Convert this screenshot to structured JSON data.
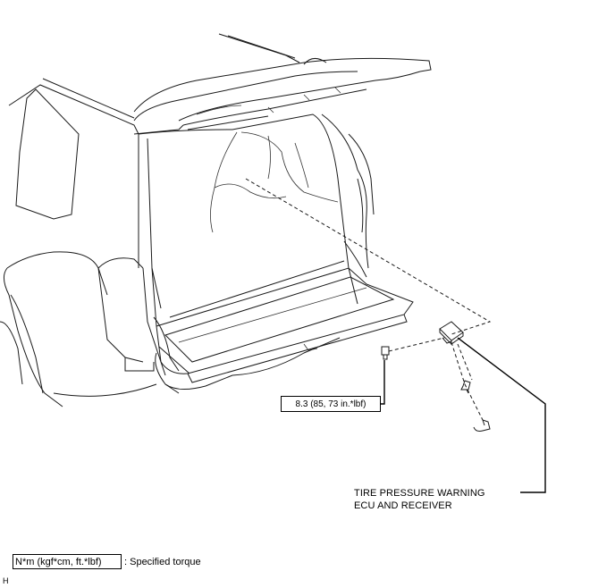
{
  "torque_callout": "8.3 (85, 73 in.*lbf)",
  "part_label": {
    "line1": "TIRE PRESSURE WARNING",
    "line2": "ECU AND RECEIVER"
  },
  "legend": {
    "box_text": "N*m (kgf*cm, ft.*lbf)",
    "description": ": Specified torque"
  },
  "corner_mark": "H"
}
